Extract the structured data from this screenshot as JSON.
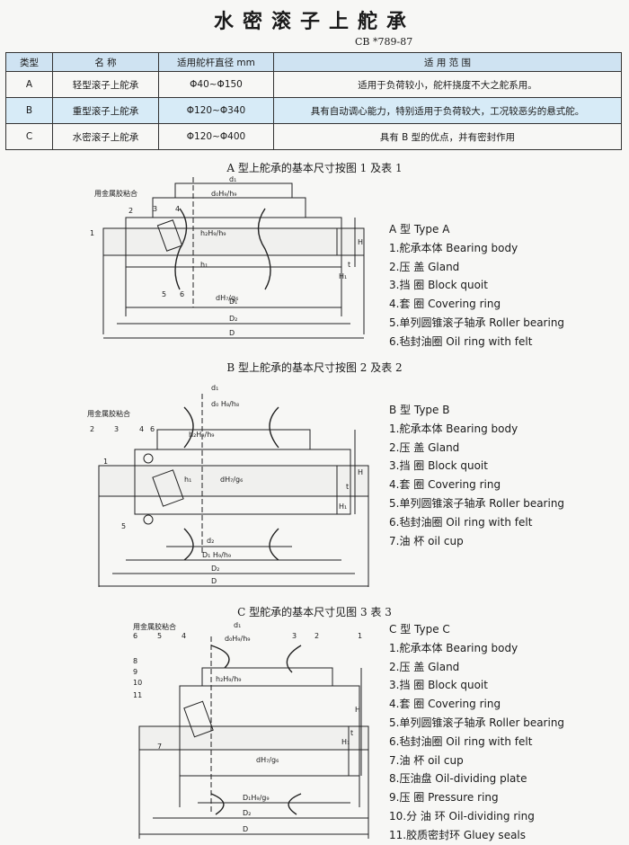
{
  "page": {
    "title": "水密滚子上舵承",
    "standard": "CB *789-87"
  },
  "table": {
    "headers": [
      "类型",
      "名  称",
      "适用舵杆直径 mm",
      "适  用  范  围"
    ],
    "rows": [
      [
        "A",
        "轻型滚子上舵承",
        "Φ40~Φ150",
        "适用于负荷较小，舵杆挠度不大之舵系用。"
      ],
      [
        "B",
        "重型滚子上舵承",
        "Φ120~Φ340",
        "具有自动调心能力，特别适用于负荷较大，工况较恶劣的悬式舵。"
      ],
      [
        "C",
        "水密滚子上舵承",
        "Φ120~Φ400",
        "具有 B 型的优点，并有密封作用"
      ]
    ]
  },
  "sections": [
    {
      "heading": "A 型上舵承的基本尺寸按图 1 及表 1",
      "type_label": "A 型 Type A",
      "parts": [
        "1.舵承本体 Bearing body",
        "2.压      盖 Gland",
        "3.挡      圈 Block quoit",
        "4.套      圈 Covering ring",
        "5.单列圆锥滚子轴承 Roller bearing",
        "6.毡封油圈 Oil ring with felt"
      ],
      "labels": {
        "glue": "用金属胶粘合",
        "d1": "d₁",
        "d0": "d₀H₉/h₉",
        "h2": "h₂H₉/h₉",
        "h1": "h₁",
        "dH": "dH₇/g₆",
        "D1": "D₁",
        "D2": "D₂",
        "D": "D",
        "H": "H",
        "H1": "H₁",
        "t": "t",
        "n1": "1",
        "n2": "2",
        "n3": "3",
        "n4": "4",
        "n5": "5",
        "n6": "6"
      }
    },
    {
      "heading": "B 型上舵承的基本尺寸按图 2 及表 2",
      "type_label": "B 型 Type B",
      "parts": [
        "1.舵承本体 Bearing body",
        "2.压      盖 Gland",
        "3.挡      圈 Block quoit",
        "4.套      圈 Covering ring",
        "5.单列圆锥滚子轴承 Roller bearing",
        "6.毡封油圈 Oil ring with felt",
        "7.油      杯 oil cup"
      ],
      "labels": {
        "glue": "用金属胶粘合",
        "d1": "d₁",
        "d0": "d₀ H₈/h₈",
        "h2": "h₂H₉/h₉",
        "h1": "h₁",
        "dH": "dH₇/g₆",
        "d2": "d₂",
        "D1": "D₁ H₉/h₉",
        "D2": "D₂",
        "D": "D",
        "H": "H",
        "H1": "H₁",
        "t": "t",
        "n1": "1",
        "n2": "2",
        "n3": "3",
        "n4": "4",
        "n5": "5",
        "n6": "6"
      }
    },
    {
      "heading": "C 型舵承的基本尺寸见图 3 表 3",
      "type_label": "C 型 Type C",
      "parts": [
        "1.舵承本体 Bearing body",
        "2.压      盖 Gland",
        "3.挡      圈 Block quoit",
        "4.套      圈 Covering ring",
        "5.单列圆锥滚子轴承 Roller bearing",
        "6.毡封油圈 Oil ring with felt",
        "7.油      杯 oil cup",
        "8.压油盘 Oil-dividing plate",
        "9.压      圈 Pressure ring",
        "10.分 油 环  Oil-dividing ring",
        "11.胶质密封环  Gluey seals"
      ],
      "labels": {
        "glue": "用金属胶粘合",
        "d1": "d₁",
        "d0": "d₀H₉/h₉",
        "h2": "h₂H₉/h₉",
        "dH": "dH₇/g₆",
        "D1": "D₁H₉/g₉",
        "D2": "D₂",
        "D": "D",
        "H": "H",
        "H1": "H₁",
        "t": "t",
        "n1": "1",
        "n2": "2",
        "n3": "3",
        "n4": "4",
        "n5": "5",
        "n6": "6",
        "n7": "7",
        "n8": "8",
        "n9": "9",
        "n10": "10",
        "n11": "11"
      }
    }
  ]
}
